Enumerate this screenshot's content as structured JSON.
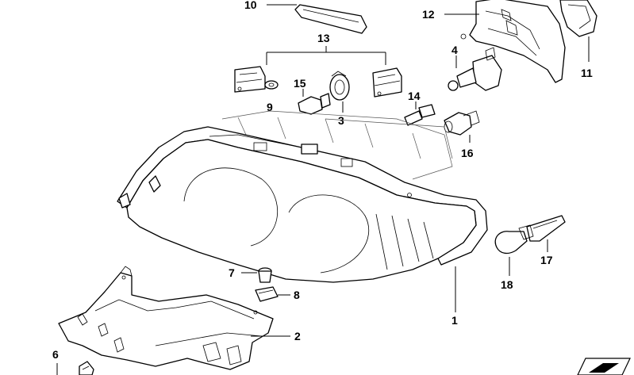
{
  "callouts": {
    "c1": "1",
    "c2": "2",
    "c3": "3",
    "c4": "4",
    "c6": "6",
    "c7": "7",
    "c8": "8",
    "c9": "9",
    "c10": "10",
    "c11": "11",
    "c12": "12",
    "c13": "13",
    "c14": "14",
    "c15": "15",
    "c16": "16",
    "c17": "17",
    "c18": "18"
  },
  "colors": {
    "line": "#000000",
    "background": "#ffffff"
  }
}
